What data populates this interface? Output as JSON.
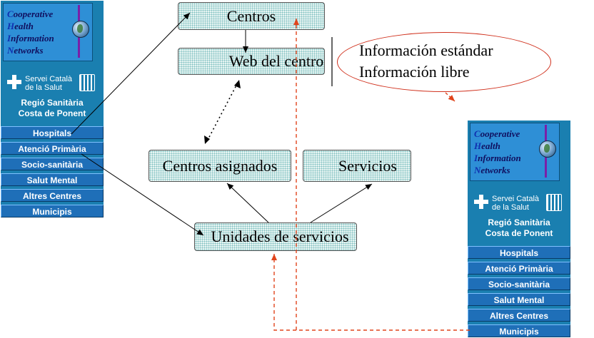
{
  "logo": {
    "lines": [
      {
        "cap": "C",
        "rest": "ooperative"
      },
      {
        "cap": "H",
        "rest": "ealth"
      },
      {
        "cap": "I",
        "rest": "nformation"
      },
      {
        "cap": "N",
        "rest": "etworks"
      }
    ]
  },
  "servei": {
    "line1": "Servei Català",
    "line2": "de la Salut",
    "region1": "Regió Sanitària",
    "region2": "Costa de Ponent"
  },
  "menu": [
    "Hospitals",
    "Atenció Primària",
    "Socio-sanitària",
    "Salut Mental",
    "Altres Centres",
    "Municipis"
  ],
  "nodes": {
    "centros": "Centros",
    "web_del_centro": "Web del centro",
    "centros_asignados": "Centros asignados",
    "servicios": "Servicios",
    "unidades": "Unidades de servicios"
  },
  "info": {
    "line1": "Información estándar",
    "line2": "Información libre"
  },
  "colors": {
    "panel": "#1a7fb0",
    "button": "#1f6fb8",
    "node_fill": "#e6f4f2",
    "dashed_red": "#e0441c",
    "ellipse": "#d0301c"
  }
}
